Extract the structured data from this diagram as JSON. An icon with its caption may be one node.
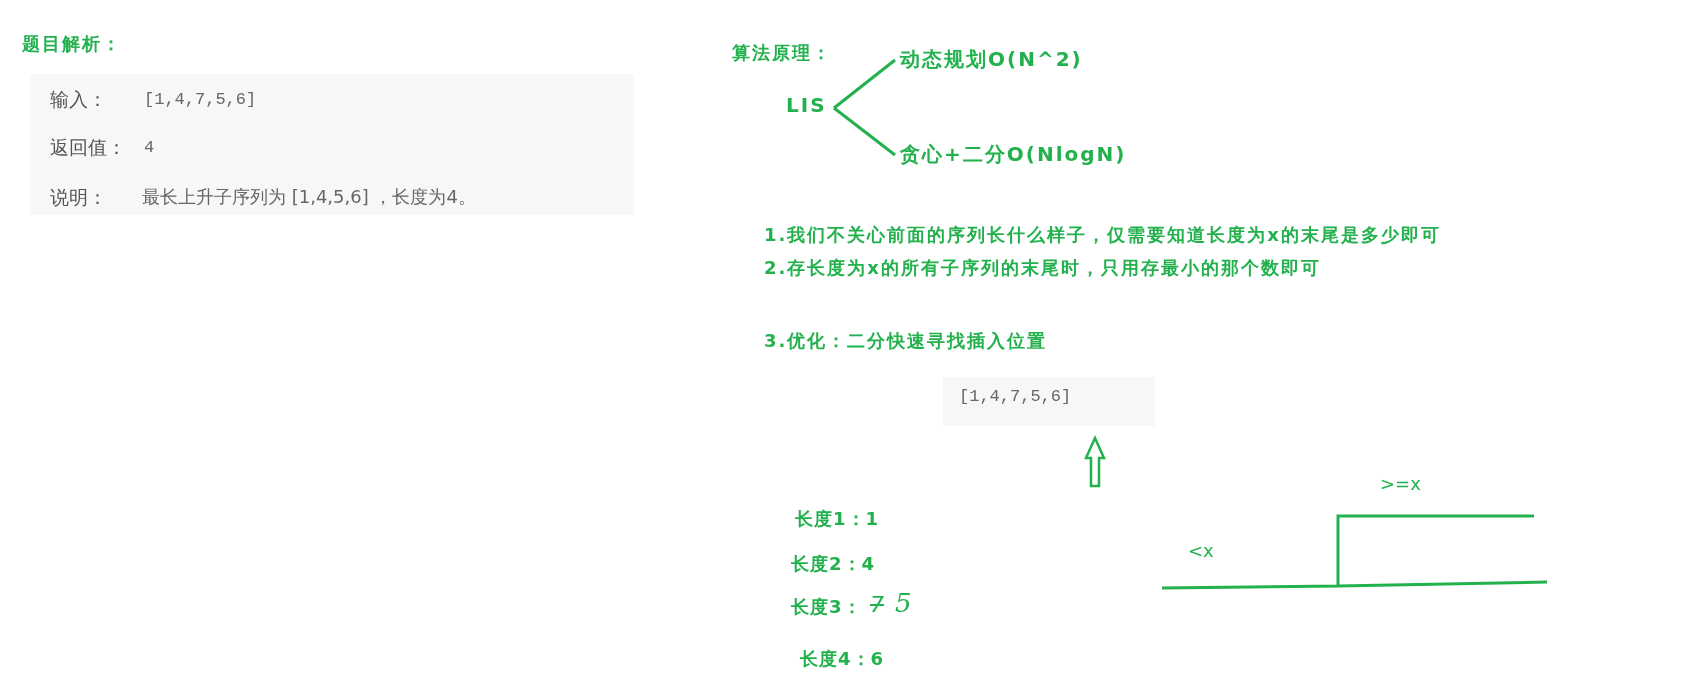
{
  "diagram": {
    "nodes": [
      {
        "text": [
          "LIS"
        ]
      },
      {
        "text": [
          "动态规划O(N^2)"
        ]
      },
      {
        "text": [
          "贪心+二分O(NlogN)"
        ]
      },
      {
        "text": [
          "[1,4,7,5,6]"
        ]
      }
    ],
    "edges": [
      {
        "from": 0,
        "to": 1,
        "arrow": "none"
      },
      {
        "from": 0,
        "to": 2,
        "arrow": "none"
      },
      {
        "from": null,
        "to": 3,
        "arrow": "to"
      }
    ],
    "labels": [
      "题目解析：",
      "输入：",
      "[1,4,7,5,6]",
      "返回值：",
      "4",
      "说明：",
      "最长上升子序列为 [1,4,5,6] ，长度为4。",
      "算法原理：",
      "1.我们不关心前面的序列长什么样子，仅需要知道长度为x的末尾是多少即可",
      "2.存长度为x的所有子序列的末尾时，只用存最小的那个数即可",
      "3.优化：二分快速寻找插入位置",
      "长度1：1",
      "长度2：4",
      "长度3：",
      "7",
      "5",
      "长度4：6",
      "<x",
      ">=x"
    ]
  }
}
